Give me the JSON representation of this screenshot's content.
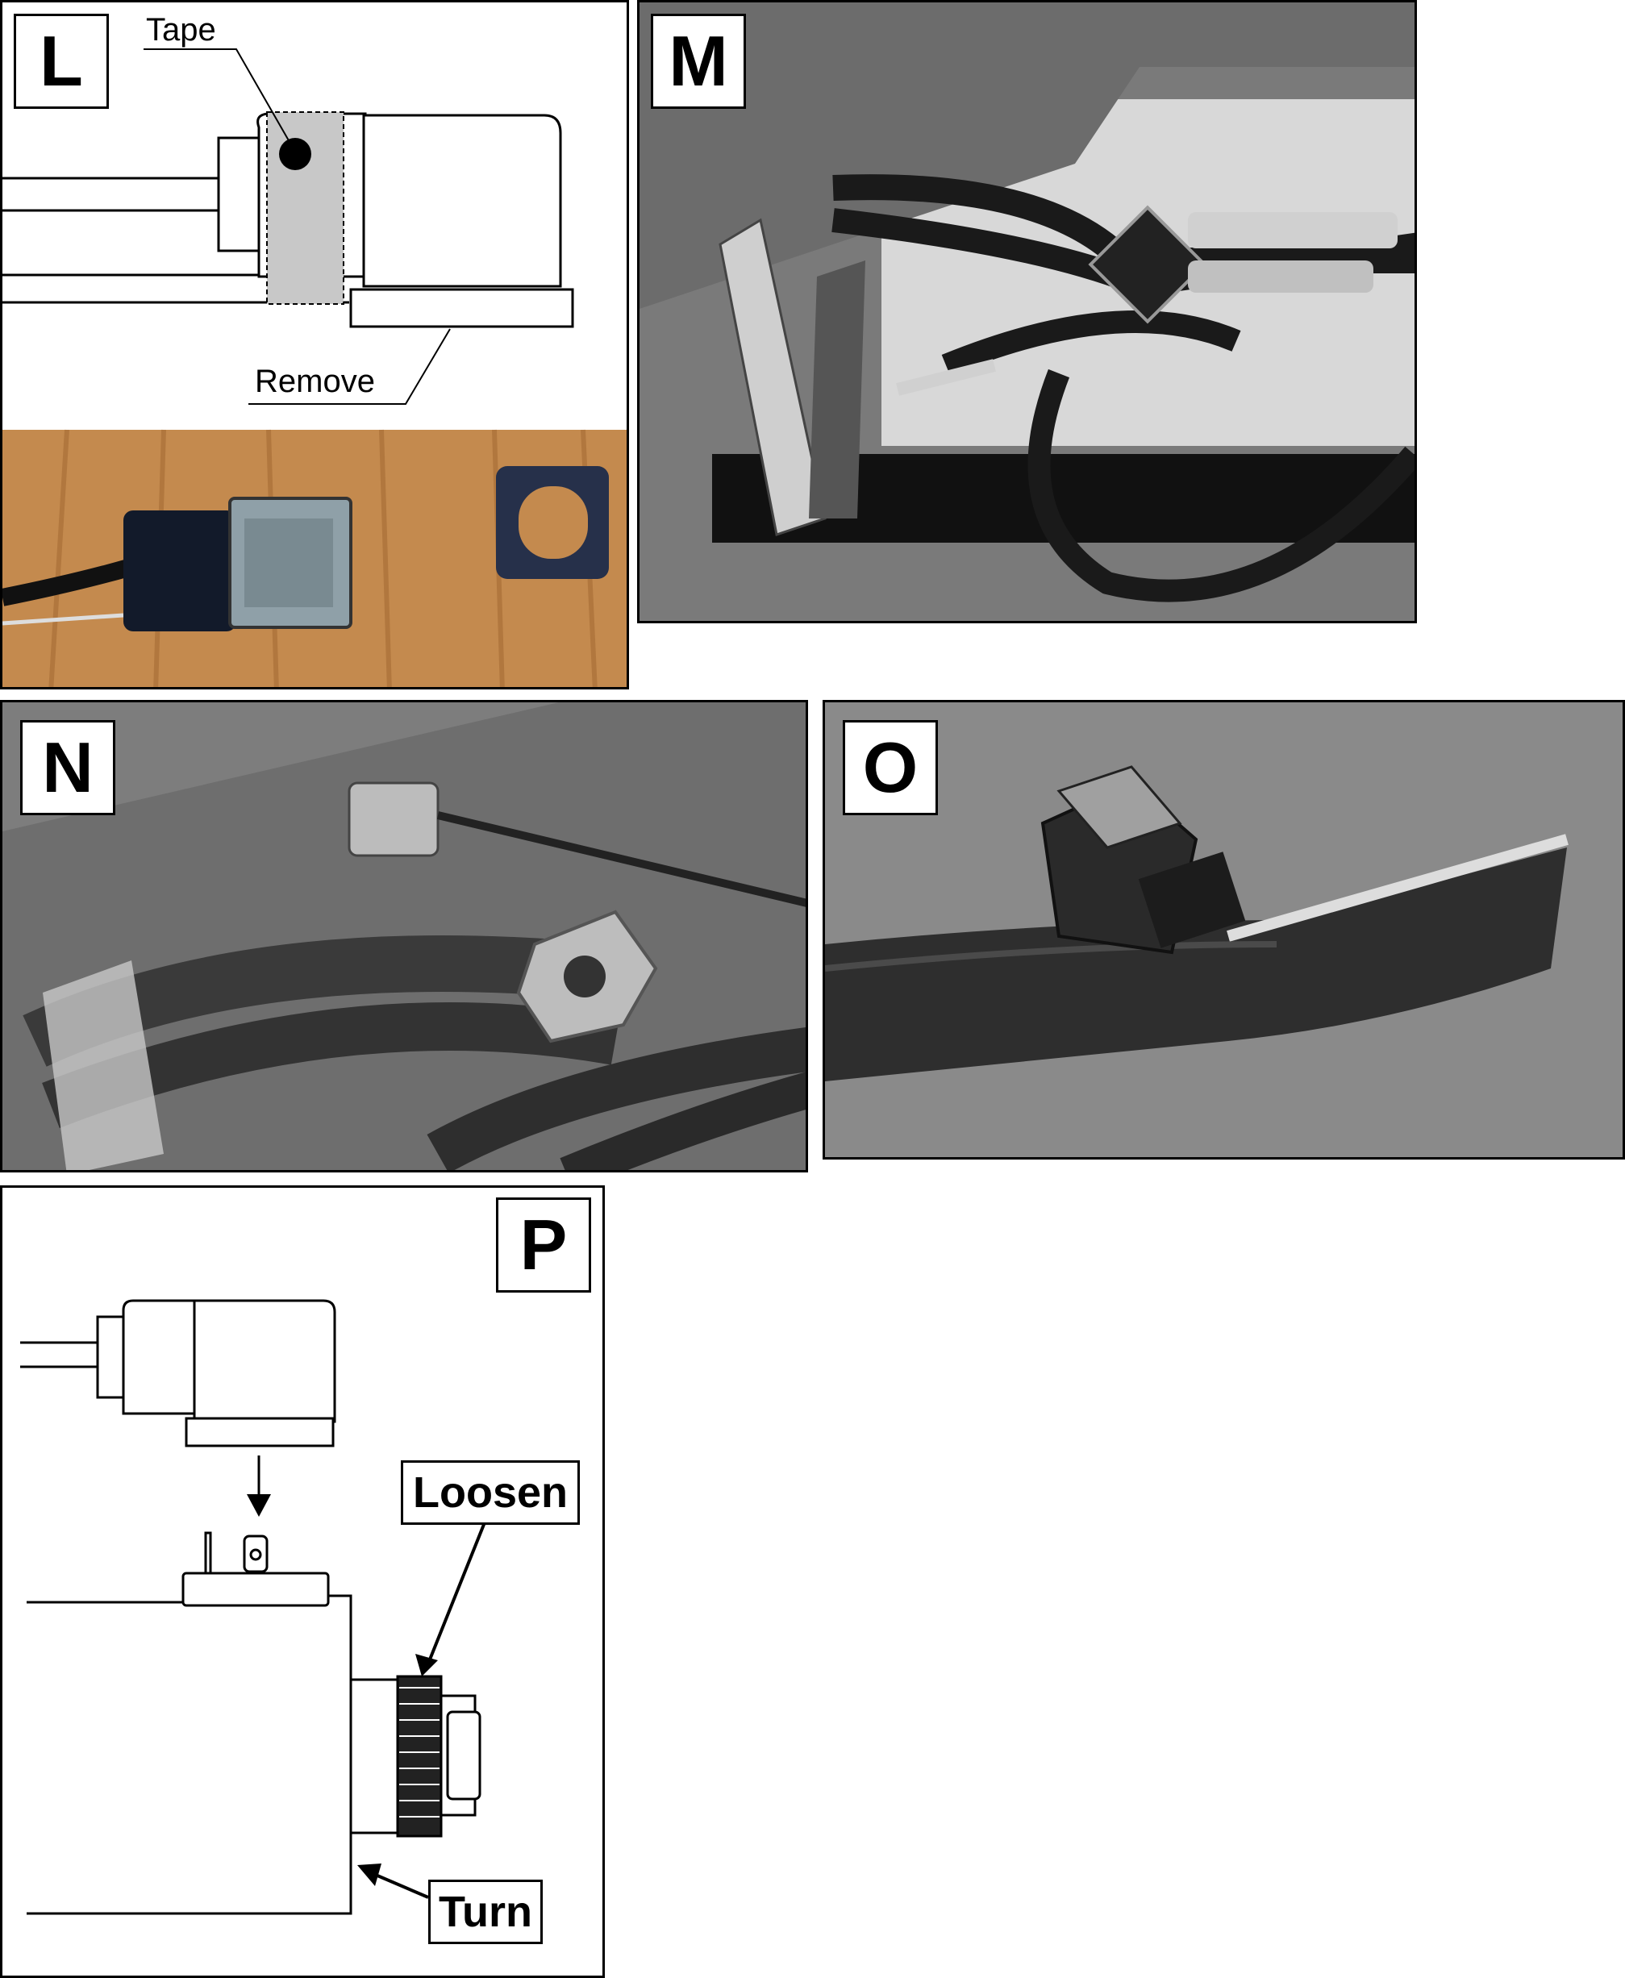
{
  "panels": {
    "L": {
      "letter": "L",
      "tape_label": "Tape",
      "remove_label": "Remove"
    },
    "M": {
      "letter": "M"
    },
    "N": {
      "letter": "N"
    },
    "O": {
      "letter": "O"
    },
    "P": {
      "letter": "P",
      "loosen_label": "Loosen",
      "turn_label": "Turn"
    }
  }
}
